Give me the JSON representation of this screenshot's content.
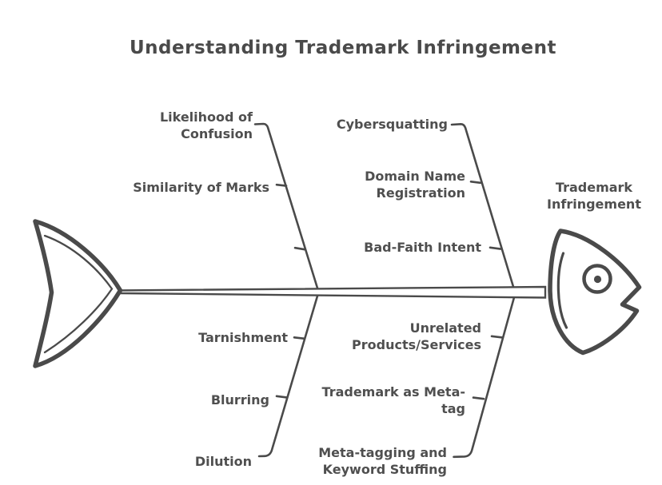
{
  "title": "Understanding Trademark Infringement",
  "colors": {
    "ink": "#4a4a4a",
    "text": "#4f4f4f",
    "bg": "#ffffff",
    "fill": "#ffffff"
  },
  "effect": {
    "label": "Trademark\nInfringement"
  },
  "branches": {
    "top_left": {
      "items": [
        {
          "label": "Likelihood of\nConfusion"
        },
        {
          "label": "Similarity of Marks"
        }
      ]
    },
    "top_right": {
      "items": [
        {
          "label": "Cybersquatting"
        },
        {
          "label": "Domain Name\nRegistration"
        },
        {
          "label": "Bad-Faith Intent"
        }
      ]
    },
    "bottom_left": {
      "items": [
        {
          "label": "Tarnishment"
        },
        {
          "label": "Blurring"
        },
        {
          "label": "Dilution"
        }
      ]
    },
    "bottom_right": {
      "items": [
        {
          "label": "Unrelated\nProducts/Services"
        },
        {
          "label": "Trademark as Meta-\ntag"
        },
        {
          "label": "Meta-tagging and\nKeyword Stuffing"
        }
      ]
    }
  }
}
